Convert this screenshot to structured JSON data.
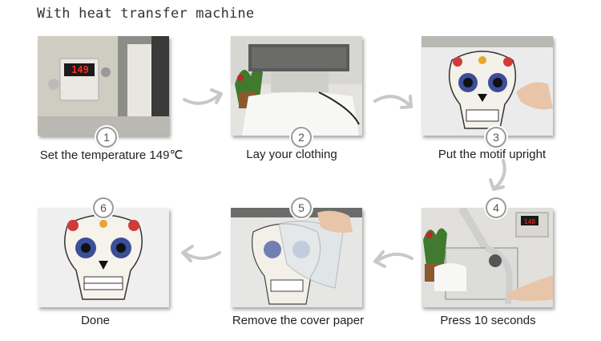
{
  "title": "With heat transfer machine",
  "display_readout": "149",
  "steps": [
    {
      "number": "1",
      "caption": "Set the temperature 149℃"
    },
    {
      "number": "2",
      "caption": "Lay your clothing"
    },
    {
      "number": "3",
      "caption": "Put the motif upright"
    },
    {
      "number": "4",
      "caption": "Press 10 seconds"
    },
    {
      "number": "5",
      "caption": "Remove the cover paper"
    },
    {
      "number": "6",
      "caption": "Done"
    }
  ],
  "colors": {
    "arrow": "#c8c8c8",
    "badge_border": "#9a9a9a",
    "display_red": "#ff2a1a"
  }
}
